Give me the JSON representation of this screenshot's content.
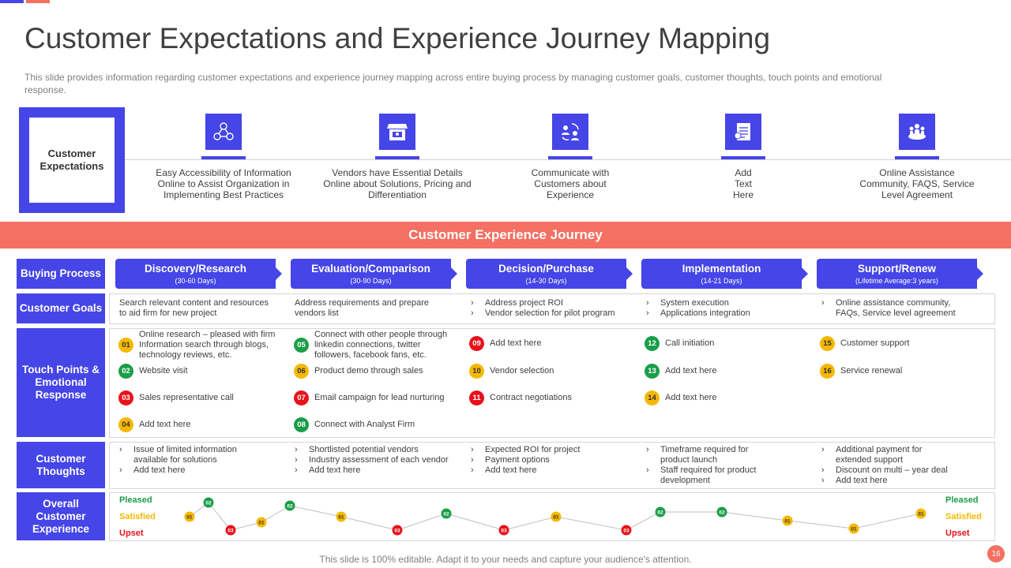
{
  "title": "Customer Expectations and Experience Journey Mapping",
  "subtitle": "This slide provides information regarding customer expectations and experience journey mapping across entire buying process by managing customer goals, customer thoughts, touch points and emotional response.",
  "colors": {
    "primary": "#4545E8",
    "accent": "#F47063",
    "pleased": "#1A9E48",
    "satisfied": "#F5B800",
    "upset": "#E8121B"
  },
  "expectations": {
    "label": "Customer Expectations",
    "items": [
      {
        "icon": "people-network-icon",
        "text": "Easy Accessibility of Information Online to Assist Organization in Implementing Best Practices"
      },
      {
        "icon": "store-front-icon",
        "text": "Vendors have Essential Details Online about Solutions, Pricing and Differentiation"
      },
      {
        "icon": "communication-cycle-icon",
        "text": "Communicate with Customers about Experience"
      },
      {
        "icon": "document-icon",
        "text": "Add Text Here"
      },
      {
        "icon": "community-group-icon",
        "text": "Online Assistance Community, FAQS,  Service Level Agreement"
      }
    ]
  },
  "journey_title": "Customer Experience Journey",
  "row_labels": {
    "buying": "Buying Process",
    "goals": "Customer Goals",
    "touch": "Touch Points & Emotional Response",
    "thoughts": "Customer Thoughts",
    "overall": "Overall Customer Experience"
  },
  "stages": [
    {
      "name": "Discovery/Research",
      "days": "(30-60 Days)"
    },
    {
      "name": "Evaluation/Comparison",
      "days": "(30-90 Days)"
    },
    {
      "name": "Decision/Purchase",
      "days": "(14-30 Days)"
    },
    {
      "name": "Implementation",
      "days": "(14-21 Days)"
    },
    {
      "name": "Support/Renew",
      "days": "(Lifetime Average:3 years)"
    }
  ],
  "goals": [
    {
      "plain": "Search relevant content and resources to aid firm for new project"
    },
    {
      "plain": "Address requirements and prepare vendors list"
    },
    {
      "bullets": [
        "Address project ROI",
        "Vendor selection for pilot program"
      ]
    },
    {
      "bullets": [
        "System execution",
        "Applications integration"
      ]
    },
    {
      "bullets": [
        "Online assistance community, FAQs, Service level agreement"
      ]
    }
  ],
  "touch_points": [
    [
      {
        "num": "01",
        "color": "y",
        "text": "Online research – pleased with firm Information search through blogs, technology reviews, etc."
      },
      {
        "num": "02",
        "color": "g",
        "text": "Website visit"
      },
      {
        "num": "03",
        "color": "r",
        "text": "Sales representative call"
      },
      {
        "num": "04",
        "color": "y",
        "text": "Add text here"
      }
    ],
    [
      {
        "num": "05",
        "color": "g",
        "text": "Connect with other people through linkedin connections, twitter followers, facebook fans, etc."
      },
      {
        "num": "06",
        "color": "y",
        "text": "Product demo through sales"
      },
      {
        "num": "07",
        "color": "r",
        "text": "Email  campaign for lead nurturing"
      },
      {
        "num": "08",
        "color": "g",
        "text": "Connect with Analyst Firm"
      }
    ],
    [
      {
        "num": "09",
        "color": "r",
        "text": "Add text here"
      },
      {
        "num": "10",
        "color": "y",
        "text": "Vendor selection"
      },
      {
        "num": "11",
        "color": "r",
        "text": "Contract negotiations"
      }
    ],
    [
      {
        "num": "12",
        "color": "g",
        "text": "Call initiation"
      },
      {
        "num": "13",
        "color": "g",
        "text": "Add text here"
      },
      {
        "num": "14",
        "color": "y",
        "text": "Add text here"
      }
    ],
    [
      {
        "num": "15",
        "color": "y",
        "text": "Customer support"
      },
      {
        "num": "16",
        "color": "y",
        "text": "Service renewal"
      }
    ]
  ],
  "thoughts": [
    [
      "Issue of limited information available for solutions",
      "Add text here"
    ],
    [
      "Shortlisted potential vendors",
      "Industry assessment of each vendor",
      "Add text here"
    ],
    [
      "Expected ROI  for project",
      "Payment options",
      "Add text here"
    ],
    [
      "Timeframe required for product launch",
      "Staff required for product development"
    ],
    [
      "Additional payment for extended support",
      "Discount on multi – year deal",
      "Add text here"
    ]
  ],
  "experience_legend": {
    "pleased": "Pleased",
    "satisfied": "Satisfied",
    "upset": "Upset"
  },
  "experience_curve": [
    {
      "level": "satisfied",
      "label": "01"
    },
    {
      "level": "pleased",
      "label": "02"
    },
    {
      "level": "upset",
      "label": "03"
    },
    {
      "level": "satisfied",
      "label": "01"
    },
    {
      "level": "pleased",
      "label": "02"
    },
    {
      "level": "satisfied",
      "label": "01"
    },
    {
      "level": "upset",
      "label": "03"
    },
    {
      "level": "pleased",
      "label": "02"
    },
    {
      "level": "upset",
      "label": "03"
    },
    {
      "level": "satisfied",
      "label": "01"
    },
    {
      "level": "upset",
      "label": "03"
    },
    {
      "level": "pleased",
      "label": "02"
    },
    {
      "level": "pleased",
      "label": "02"
    },
    {
      "level": "satisfied",
      "label": "01"
    },
    {
      "level": "satisfied",
      "label": "01"
    },
    {
      "level": "satisfied",
      "label": "01"
    }
  ],
  "footer": "This slide is 100% editable. Adapt it to your needs and capture your audience's attention.",
  "page_number": "16"
}
